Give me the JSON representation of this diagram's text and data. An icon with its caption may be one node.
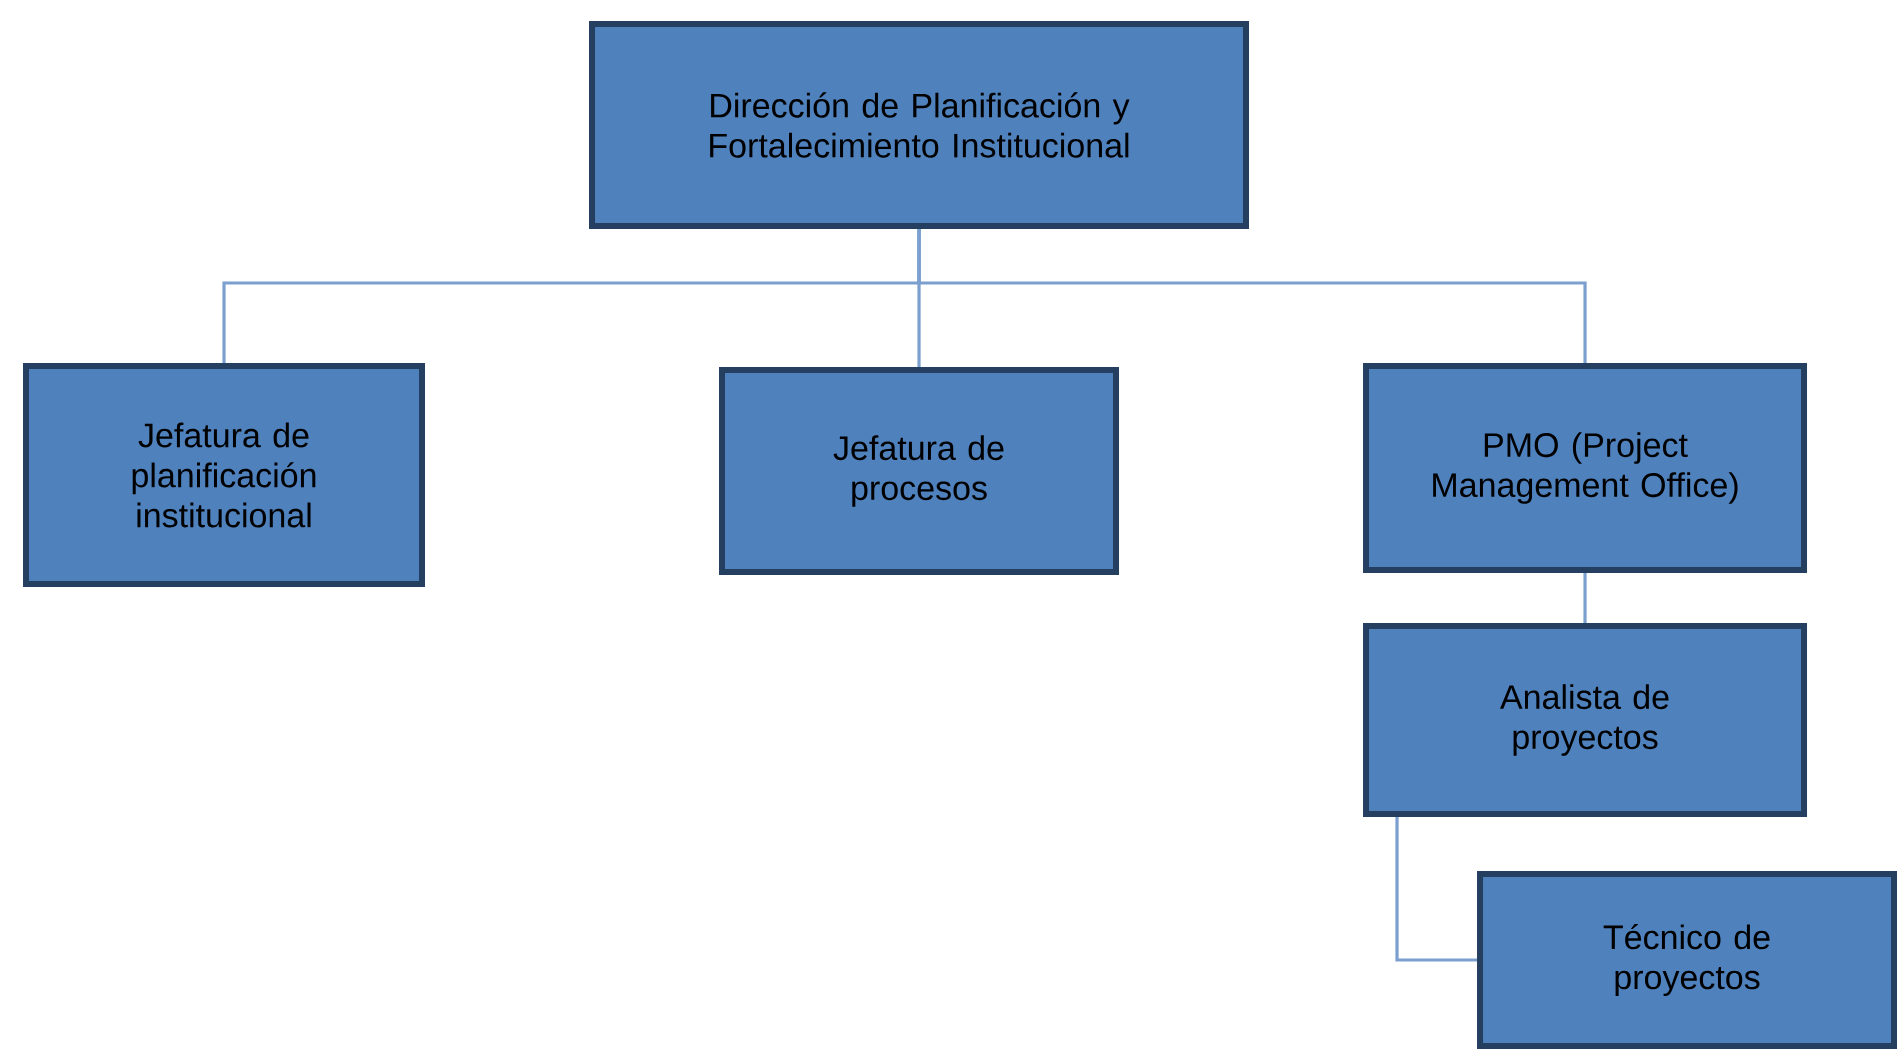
{
  "diagram": {
    "nodes": [
      {
        "text": [
          "Dirección de Planificación y Fortalecimiento Institucional"
        ]
      },
      {
        "text": [
          "Jefatura de planificación institucional"
        ]
      },
      {
        "text": [
          "Jefatura de procesos"
        ]
      },
      {
        "text": [
          "PMO (Project Management Office)"
        ]
      },
      {
        "text": [
          "Analista de proyectos"
        ]
      },
      {
        "text": [
          "Técnico de proyectos"
        ]
      }
    ],
    "edges": [
      {
        "from": 0,
        "to": 1,
        "arrow": "none"
      },
      {
        "from": 0,
        "to": 2,
        "arrow": "none"
      },
      {
        "from": 0,
        "to": 3,
        "arrow": "none"
      },
      {
        "from": 3,
        "to": 4,
        "arrow": "none"
      },
      {
        "from": 4,
        "to": 5,
        "arrow": "none"
      }
    ]
  }
}
